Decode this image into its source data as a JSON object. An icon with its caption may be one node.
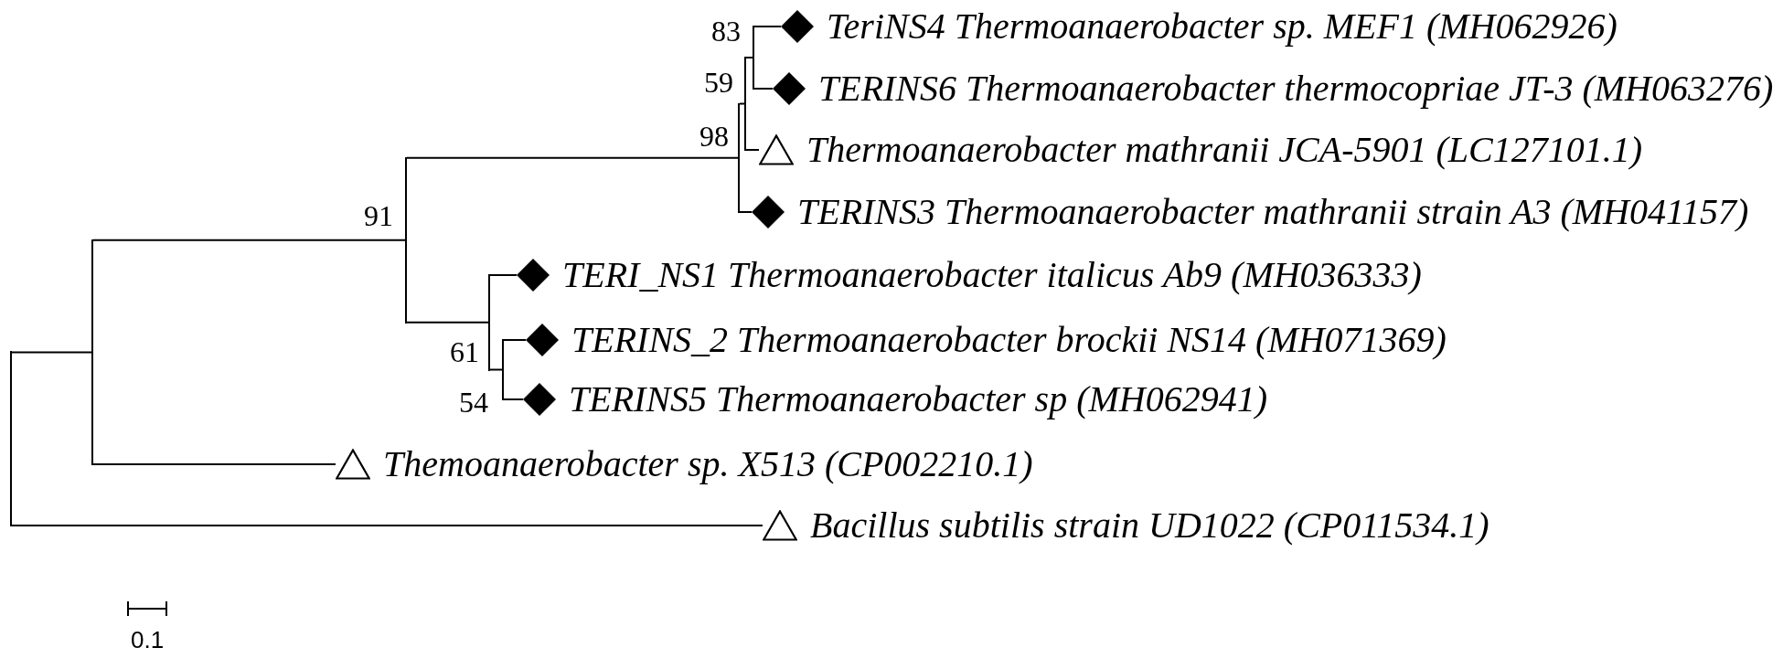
{
  "diagram": {
    "nodes": [
      {
        "text": [],
        "shape": "bar"
      },
      {
        "text": [],
        "shape": "bar"
      },
      {
        "text": [],
        "shape": "bar",
        "beside": [
          "91"
        ]
      },
      {
        "text": [],
        "shape": "bar",
        "beside": [
          "98"
        ]
      },
      {
        "text": [],
        "shape": "bar",
        "beside": [
          "59"
        ]
      },
      {
        "text": [],
        "shape": "bar",
        "beside": [
          "83"
        ]
      },
      {
        "text": [],
        "shape": "diamond",
        "beside": [
          "TeriNS4 Thermoanaerobacter sp. MEF1 (MH062926)"
        ]
      },
      {
        "text": [],
        "shape": "diamond",
        "beside": [
          "TERINS6 Thermoanaerobacter thermocopriae JT-3 (MH063276)"
        ]
      },
      {
        "text": [],
        "shape": "triangle",
        "beside": [
          "Thermoanaerobacter mathranii JCA-5901 (LC127101.1)"
        ]
      },
      {
        "text": [],
        "shape": "diamond",
        "beside": [
          "TERINS3 Thermoanaerobacter mathranii strain A3 (MH041157)"
        ]
      },
      {
        "text": [],
        "shape": "bar",
        "beside": [
          "61"
        ]
      },
      {
        "text": [],
        "shape": "diamond",
        "beside": [
          "TERI_NS1 Thermoanaerobacter italicus Ab9 (MH036333)"
        ]
      },
      {
        "text": [],
        "shape": "bar",
        "beside": [
          "54"
        ]
      },
      {
        "text": [],
        "shape": "diamond",
        "beside": [
          "TERINS_2 Thermoanaerobacter brockii NS14 (MH071369)"
        ]
      },
      {
        "text": [],
        "shape": "diamond",
        "beside": [
          "TERINS5 Thermoanaerobacter sp (MH062941)"
        ]
      },
      {
        "text": [],
        "shape": "triangle",
        "beside": [
          "Themoanaerobacter sp. X513 (CP002210.1)"
        ]
      },
      {
        "text": [],
        "shape": "triangle",
        "beside": [
          "Bacillus subtilis strain UD1022 (CP011534.1)"
        ]
      }
    ],
    "edges": [
      {
        "from": 0,
        "to": 1,
        "arrow": "none"
      },
      {
        "from": 1,
        "to": 2,
        "arrow": "none"
      },
      {
        "from": 2,
        "to": 3,
        "arrow": "none"
      },
      {
        "from": 3,
        "to": 4,
        "arrow": "none"
      },
      {
        "from": 4,
        "to": 5,
        "arrow": "none"
      },
      {
        "from": 5,
        "to": 6,
        "arrow": "none"
      },
      {
        "from": 5,
        "to": 7,
        "arrow": "none"
      },
      {
        "from": 4,
        "to": 8,
        "arrow": "none"
      },
      {
        "from": 3,
        "to": 9,
        "arrow": "none"
      },
      {
        "from": 2,
        "to": 10,
        "arrow": "none"
      },
      {
        "from": 10,
        "to": 11,
        "arrow": "none"
      },
      {
        "from": 10,
        "to": 12,
        "arrow": "none"
      },
      {
        "from": 12,
        "to": 13,
        "arrow": "none"
      },
      {
        "from": 12,
        "to": 14,
        "arrow": "none"
      },
      {
        "from": 1,
        "to": 15,
        "arrow": "none"
      },
      {
        "from": 0,
        "to": 16,
        "arrow": "none"
      }
    ],
    "labels": [
      "0.1"
    ]
  }
}
